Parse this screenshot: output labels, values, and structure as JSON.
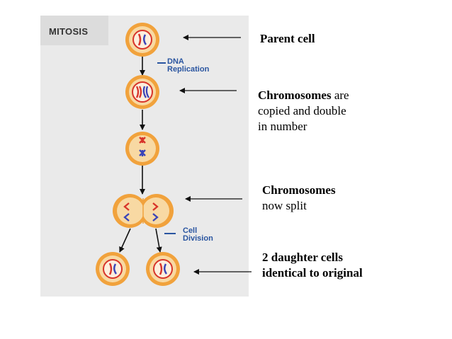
{
  "panel": {
    "title": "MITOSIS",
    "dna_label": [
      "DNA",
      "Replication"
    ],
    "division_label": [
      "Cell",
      "Division"
    ]
  },
  "notes": {
    "parent": "Parent cell",
    "copied": {
      "bold": "Chromosomes",
      "rest": " are",
      "line2": "copied and double",
      "line3": "in number"
    },
    "split": {
      "line1": "Chromosomes",
      "line2": "now split"
    },
    "daughter": {
      "line1": "2 daughter cells",
      "line2": "identical to original"
    }
  },
  "colors": {
    "panel_bg": "#eaeaea",
    "cell_outer": "#f1a23c",
    "cell_inner": "#f8d9a3",
    "nucleus_ring": "#d8342a",
    "chrom_red": "#d8342a",
    "chrom_blue": "#3a44b8",
    "label_blue": "#2a55a0"
  }
}
